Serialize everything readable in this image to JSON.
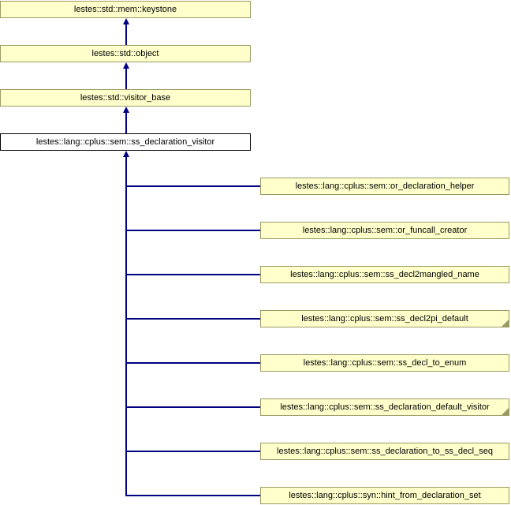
{
  "diagram": {
    "type": "class-inheritance-graph",
    "colors": {
      "background": "#ffffff",
      "node_fill": "#ffffcc",
      "node_border": "#9a9a64",
      "focus_fill": "#ffffff",
      "focus_border": "#000000",
      "edge": "#000080",
      "text": "#000000"
    },
    "ancestors": [
      {
        "label": "lestes::std::mem::keystone"
      },
      {
        "label": "lestes::std::object"
      },
      {
        "label": "lestes::std::visitor_base"
      }
    ],
    "focus": {
      "label": "lestes::lang::cplus::sem::ss_declaration_visitor"
    },
    "derived": [
      {
        "label": "lestes::lang::cplus::sem::or_declaration_helper",
        "has_hidden_children": false
      },
      {
        "label": "lestes::lang::cplus::sem::or_funcall_creator",
        "has_hidden_children": false
      },
      {
        "label": "lestes::lang::cplus::sem::ss_decl2mangled_name",
        "has_hidden_children": false
      },
      {
        "label": "lestes::lang::cplus::sem::ss_decl2pi_default",
        "has_hidden_children": true
      },
      {
        "label": "lestes::lang::cplus::sem::ss_decl_to_enum",
        "has_hidden_children": false
      },
      {
        "label": "lestes::lang::cplus::sem::ss_declaration_default_visitor",
        "has_hidden_children": true
      },
      {
        "label": "lestes::lang::cplus::sem::ss_declaration_to_ss_decl_seq",
        "has_hidden_children": false
      },
      {
        "label": "lestes::lang::cplus::syn::hint_from_declaration_set",
        "has_hidden_children": false
      }
    ]
  }
}
